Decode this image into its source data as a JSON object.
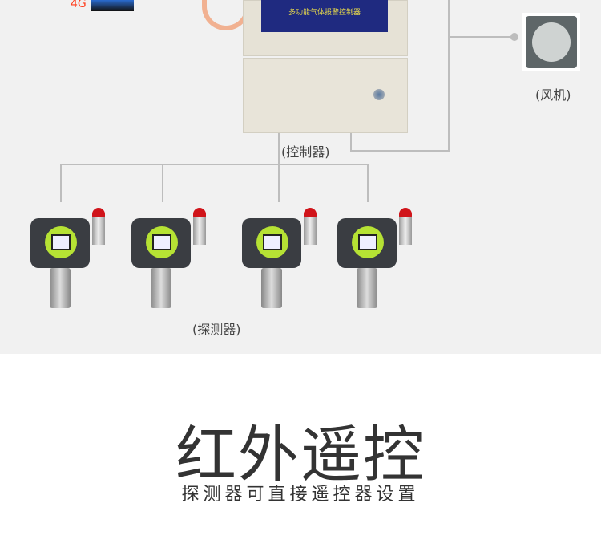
{
  "diagram": {
    "network_label": "4G",
    "controller_screen_text": "多功能气体报警控制器",
    "controller_label": "(控制器)",
    "fan_label": "(风机)",
    "detectors_label": "(探测器)",
    "detector_count": 4
  },
  "title": "红外遥控",
  "subtitle": "探测器可直接遥控器设置"
}
